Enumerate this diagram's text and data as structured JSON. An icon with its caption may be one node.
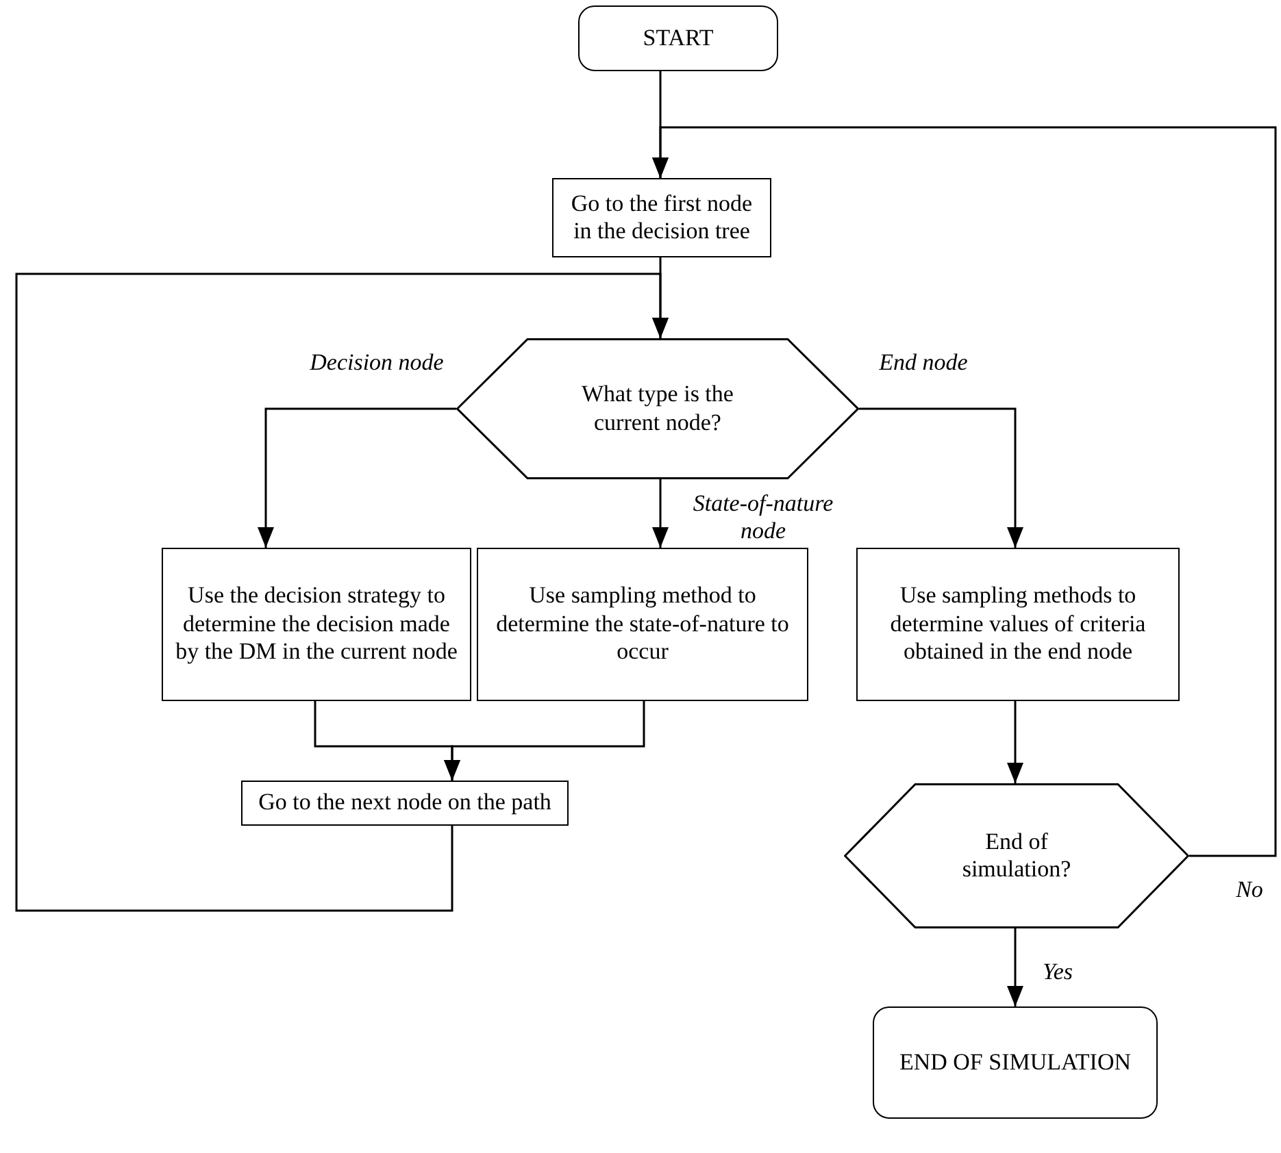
{
  "diagram": {
    "nodes": [
      {
        "text": [
          "START"
        ]
      },
      {
        "text": [
          "Go to the first node in the decision tree"
        ]
      },
      {
        "text": [
          "What type is the current node?"
        ]
      },
      {
        "text": [
          "Use the decision strategy to determine the decision made by the DM in the current node"
        ]
      },
      {
        "text": [
          "Use sampling method to determine the state-of-nature to occur"
        ]
      },
      {
        "text": [
          "Use sampling methods to determine values of criteria obtained in the end node"
        ]
      },
      {
        "text": [
          "Go to the next node on the path"
        ]
      },
      {
        "text": [
          "End of simulation?"
        ]
      },
      {
        "text": [
          "END OF SIMULATION"
        ]
      }
    ],
    "edges": [
      {
        "from": 0,
        "to": 1,
        "arrow": "to"
      },
      {
        "from": 7,
        "to": 1,
        "arrow": "to",
        "label": "No"
      },
      {
        "from": 1,
        "to": 2,
        "arrow": "to"
      },
      {
        "from": 6,
        "to": 2,
        "arrow": "to"
      },
      {
        "from": 2,
        "to": 3,
        "arrow": "to",
        "label": "Decision node"
      },
      {
        "from": 2,
        "to": 4,
        "arrow": "to",
        "label": "State-of-nature node"
      },
      {
        "from": 2,
        "to": 5,
        "arrow": "to",
        "label": "End node"
      },
      {
        "from": 3,
        "to": 6,
        "arrow": "to"
      },
      {
        "from": 4,
        "to": 6,
        "arrow": "to"
      },
      {
        "from": 5,
        "to": 7,
        "arrow": "to"
      },
      {
        "from": 7,
        "to": 8,
        "arrow": "to",
        "label": "Yes"
      }
    ]
  }
}
